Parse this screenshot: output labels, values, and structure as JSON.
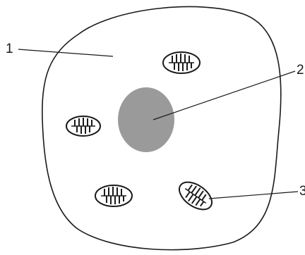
{
  "diagram": {
    "labels": [
      "1",
      "2",
      "3"
    ],
    "colors": {
      "outline": "#1a1a1a",
      "nucleus": "#9a9a9a",
      "background": "#ffffff"
    }
  }
}
